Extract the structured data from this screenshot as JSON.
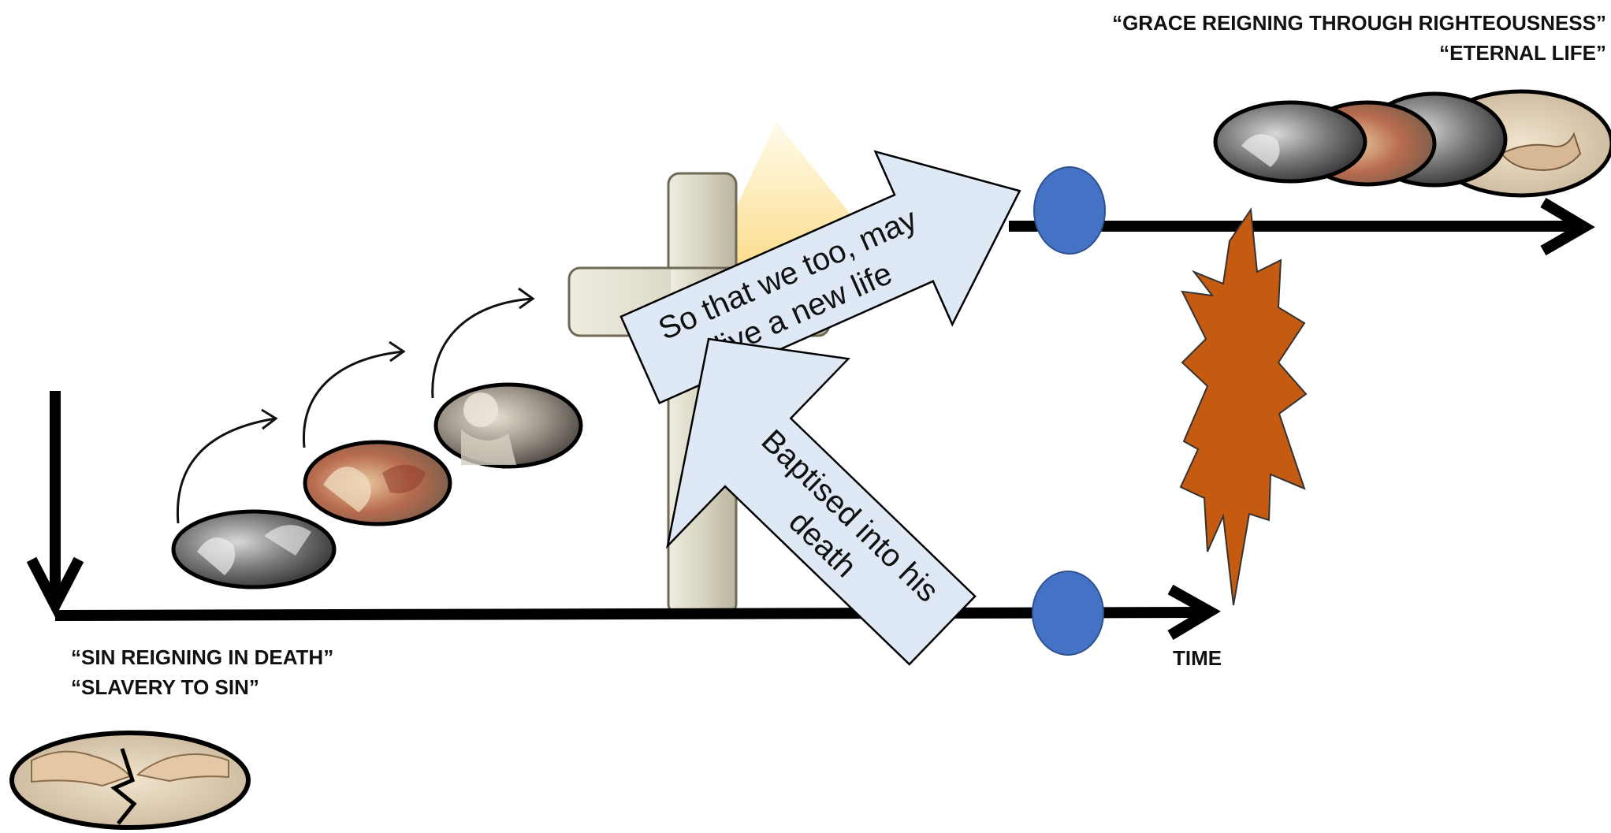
{
  "captions": {
    "grace": "“GRACE REIGNING THROUGH RIGHTEOUSNESS”",
    "eternal": "“ETERNAL LIFE”",
    "sin_reigning": "“SIN REIGNING IN DEATH”",
    "slavery": "“SLAVERY TO SIN”",
    "time": "TIME"
  },
  "arrows": {
    "upper": "So that we too, may live a new life",
    "upper_line1": "So that we too, may",
    "upper_line2": "live a new life",
    "lower": "Baptised into his death",
    "lower_line1": "Baptised into his",
    "lower_line2": "death"
  },
  "colors": {
    "timeline": "#000000",
    "event_dot": "#4472c4",
    "arrow_fill": "#dee9f5",
    "burst": "#c55a11",
    "cross": "#d9d6c8",
    "glow": "#fbe3a0"
  },
  "icons": {
    "cross": "cross-icon",
    "burst": "explosion-icon",
    "broken_hands": "creation-of-adam-broken-icon"
  }
}
